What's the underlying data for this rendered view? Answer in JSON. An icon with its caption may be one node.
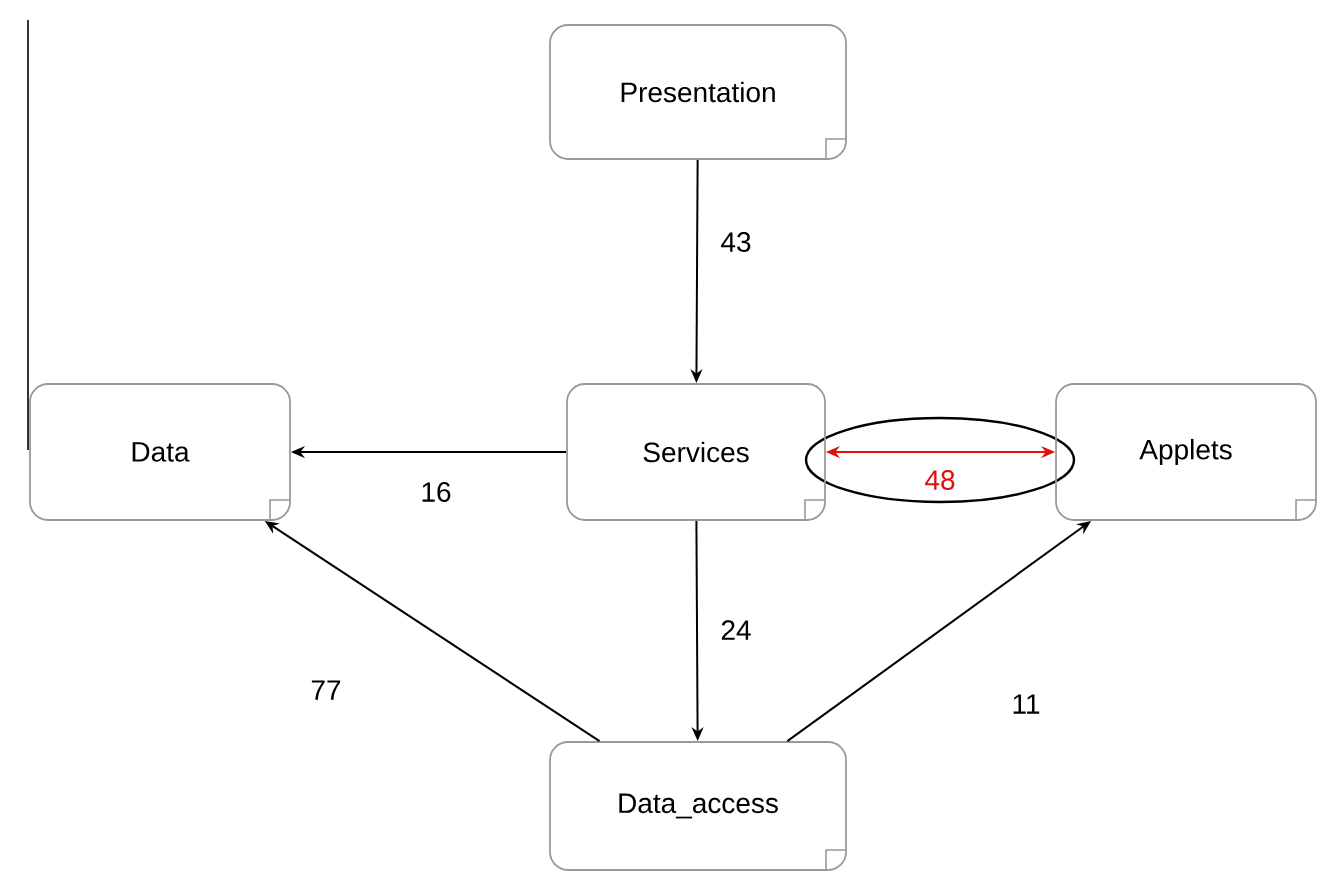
{
  "diagram": {
    "nodes": [
      {
        "text": [
          "Presentation"
        ]
      },
      {
        "text": [
          "Data"
        ]
      },
      {
        "text": [
          "Services"
        ]
      },
      {
        "text": [
          "Applets"
        ]
      },
      {
        "text": [
          "Data_access"
        ]
      }
    ],
    "edges": [
      {
        "from": 0,
        "to": 2,
        "arrow": "to",
        "label": "43"
      },
      {
        "from": 2,
        "to": 1,
        "arrow": "to",
        "label": "16"
      },
      {
        "from": 2,
        "to": 3,
        "arrow": "both",
        "label": "48",
        "color": "#e01010"
      },
      {
        "from": 2,
        "to": 4,
        "arrow": "to",
        "label": "24"
      },
      {
        "from": 4,
        "to": 1,
        "arrow": "to",
        "label": "77"
      },
      {
        "from": 4,
        "to": 3,
        "arrow": "to",
        "label": "11"
      }
    ]
  }
}
